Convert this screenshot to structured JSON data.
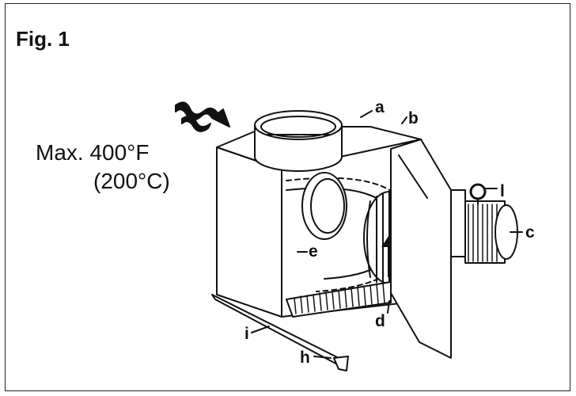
{
  "figure": {
    "title": "Fig. 1",
    "temp_f": "Max. 400°F",
    "temp_c": "(200°C)"
  },
  "callouts": {
    "a": "a",
    "b": "b",
    "c": "c",
    "d": "d",
    "e": "e",
    "h": "h",
    "i": "i",
    "l": "l"
  },
  "colors": {
    "ink": "#111111",
    "paper": "#ffffff"
  }
}
